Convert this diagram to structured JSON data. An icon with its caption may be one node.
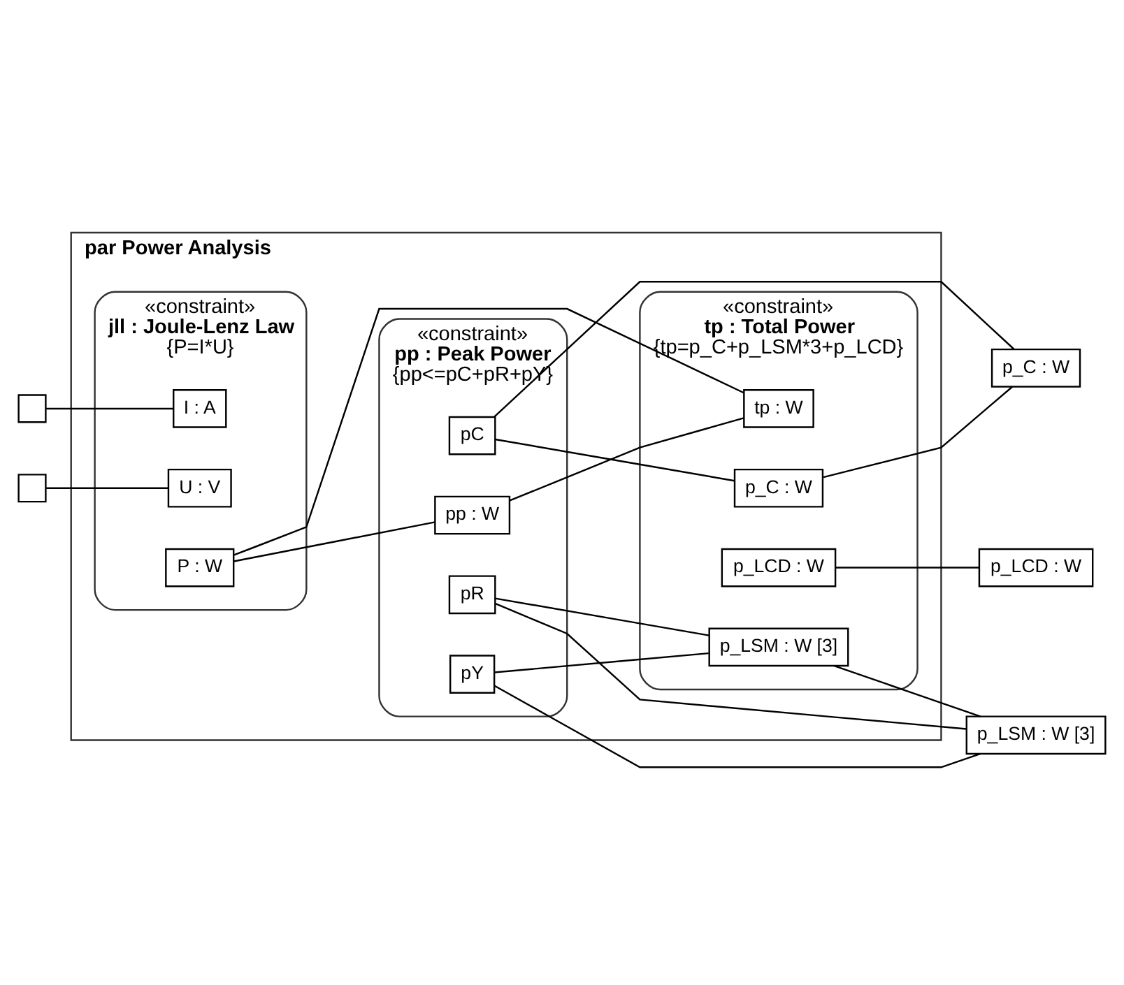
{
  "diagram": {
    "nodes": [
      {
        "text": [
          "par Power Analysis"
        ]
      },
      {
        "text": [
          "«constraint»",
          "pp : Peak Power",
          "{pp<=pC+pR+pY}"
        ],
        "in": 0
      },
      {
        "text": [
          "pC"
        ],
        "in": 1
      },
      {
        "text": [
          "pR"
        ],
        "in": 1
      },
      {
        "text": [
          "pY"
        ],
        "in": 1
      },
      {
        "text": [
          "pp : W"
        ],
        "in": 1
      },
      {
        "text": [
          "«constraint»",
          "jll : Joule-Lenz Law",
          "{P=I*U}"
        ],
        "in": 0
      },
      {
        "text": [
          "I : A"
        ],
        "in": 6
      },
      {
        "text": [
          "U : V"
        ],
        "in": 6
      },
      {
        "text": [
          "P : W"
        ],
        "in": 6
      },
      {
        "text": [
          "«constraint»",
          "tp : Total Power",
          "{tp=p_C+p_LSM*3+p_LCD}"
        ],
        "in": 0
      },
      {
        "text": [
          "tp : W"
        ],
        "in": 10
      },
      {
        "text": [
          "p_C : W"
        ],
        "in": 10
      },
      {
        "text": [
          "p_LSM : W [3]"
        ],
        "in": 10
      },
      {
        "text": [
          "p_LCD : W"
        ],
        "in": 10
      },
      {
        "text": [],
        "shape": "box"
      },
      {
        "text": [],
        "shape": "box"
      },
      {
        "text": [
          "p_C : W"
        ]
      },
      {
        "text": [
          "p_LSM : W [3]"
        ]
      },
      {
        "text": [
          "p_LCD : W"
        ]
      }
    ],
    "edges": [
      {
        "from": 15,
        "to": 7,
        "arrow": "none"
      },
      {
        "from": 16,
        "to": 8,
        "arrow": "none"
      },
      {
        "from": 5,
        "to": 11,
        "arrow": "none"
      },
      {
        "from": 9,
        "to": 5,
        "arrow": "none"
      },
      {
        "from": 9,
        "to": 11,
        "arrow": "none"
      },
      {
        "from": 12,
        "to": 17,
        "arrow": "none"
      },
      {
        "from": 2,
        "to": 17,
        "arrow": "none"
      },
      {
        "from": 2,
        "to": 12,
        "arrow": "none"
      },
      {
        "from": 13,
        "to": 18,
        "arrow": "none"
      },
      {
        "from": 3,
        "to": 18,
        "arrow": "none"
      },
      {
        "from": 4,
        "to": 18,
        "arrow": "none"
      },
      {
        "from": 3,
        "to": 13,
        "arrow": "none"
      },
      {
        "from": 4,
        "to": 13,
        "arrow": "none"
      },
      {
        "from": 14,
        "to": 19,
        "arrow": "none"
      }
    ]
  }
}
